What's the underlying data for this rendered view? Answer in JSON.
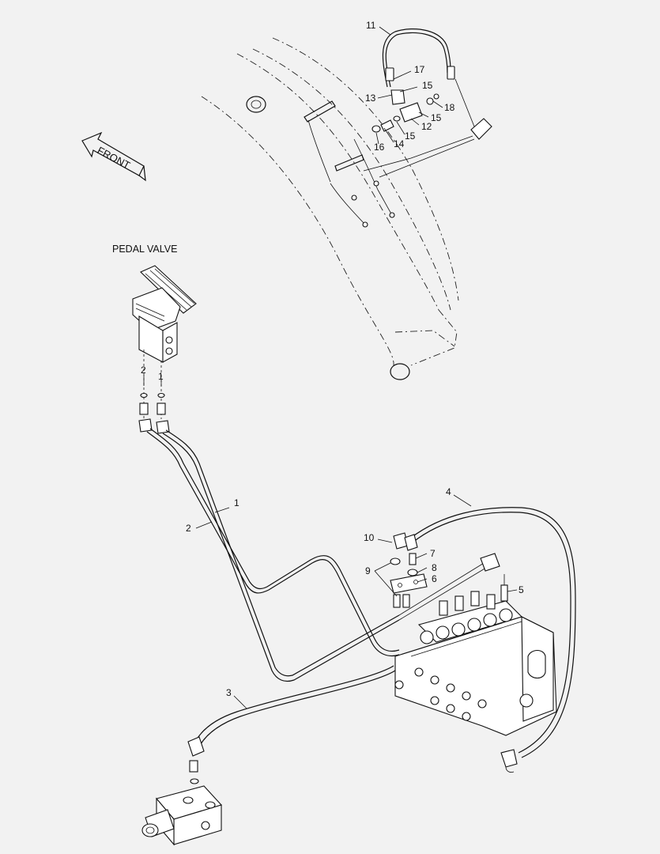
{
  "title": "PEDAL VALVE",
  "direction_label": "FRONT",
  "callouts": [
    {
      "id": "c11",
      "text": "11"
    },
    {
      "id": "c17",
      "text": "17"
    },
    {
      "id": "c15a",
      "text": "15"
    },
    {
      "id": "c13",
      "text": "13"
    },
    {
      "id": "c18",
      "text": "18"
    },
    {
      "id": "c15b",
      "text": "15"
    },
    {
      "id": "c12",
      "text": "12"
    },
    {
      "id": "c16",
      "text": "16"
    },
    {
      "id": "c14",
      "text": "14"
    },
    {
      "id": "c15c",
      "text": "15"
    },
    {
      "id": "c2a",
      "text": "2"
    },
    {
      "id": "c1a",
      "text": "1"
    },
    {
      "id": "c1b",
      "text": "1"
    },
    {
      "id": "c2b",
      "text": "2"
    },
    {
      "id": "c4",
      "text": "4"
    },
    {
      "id": "c10",
      "text": "10"
    },
    {
      "id": "c7",
      "text": "7"
    },
    {
      "id": "c9",
      "text": "9"
    },
    {
      "id": "c8",
      "text": "8"
    },
    {
      "id": "c6",
      "text": "6"
    },
    {
      "id": "c5",
      "text": "5"
    },
    {
      "id": "c3",
      "text": "3"
    }
  ]
}
